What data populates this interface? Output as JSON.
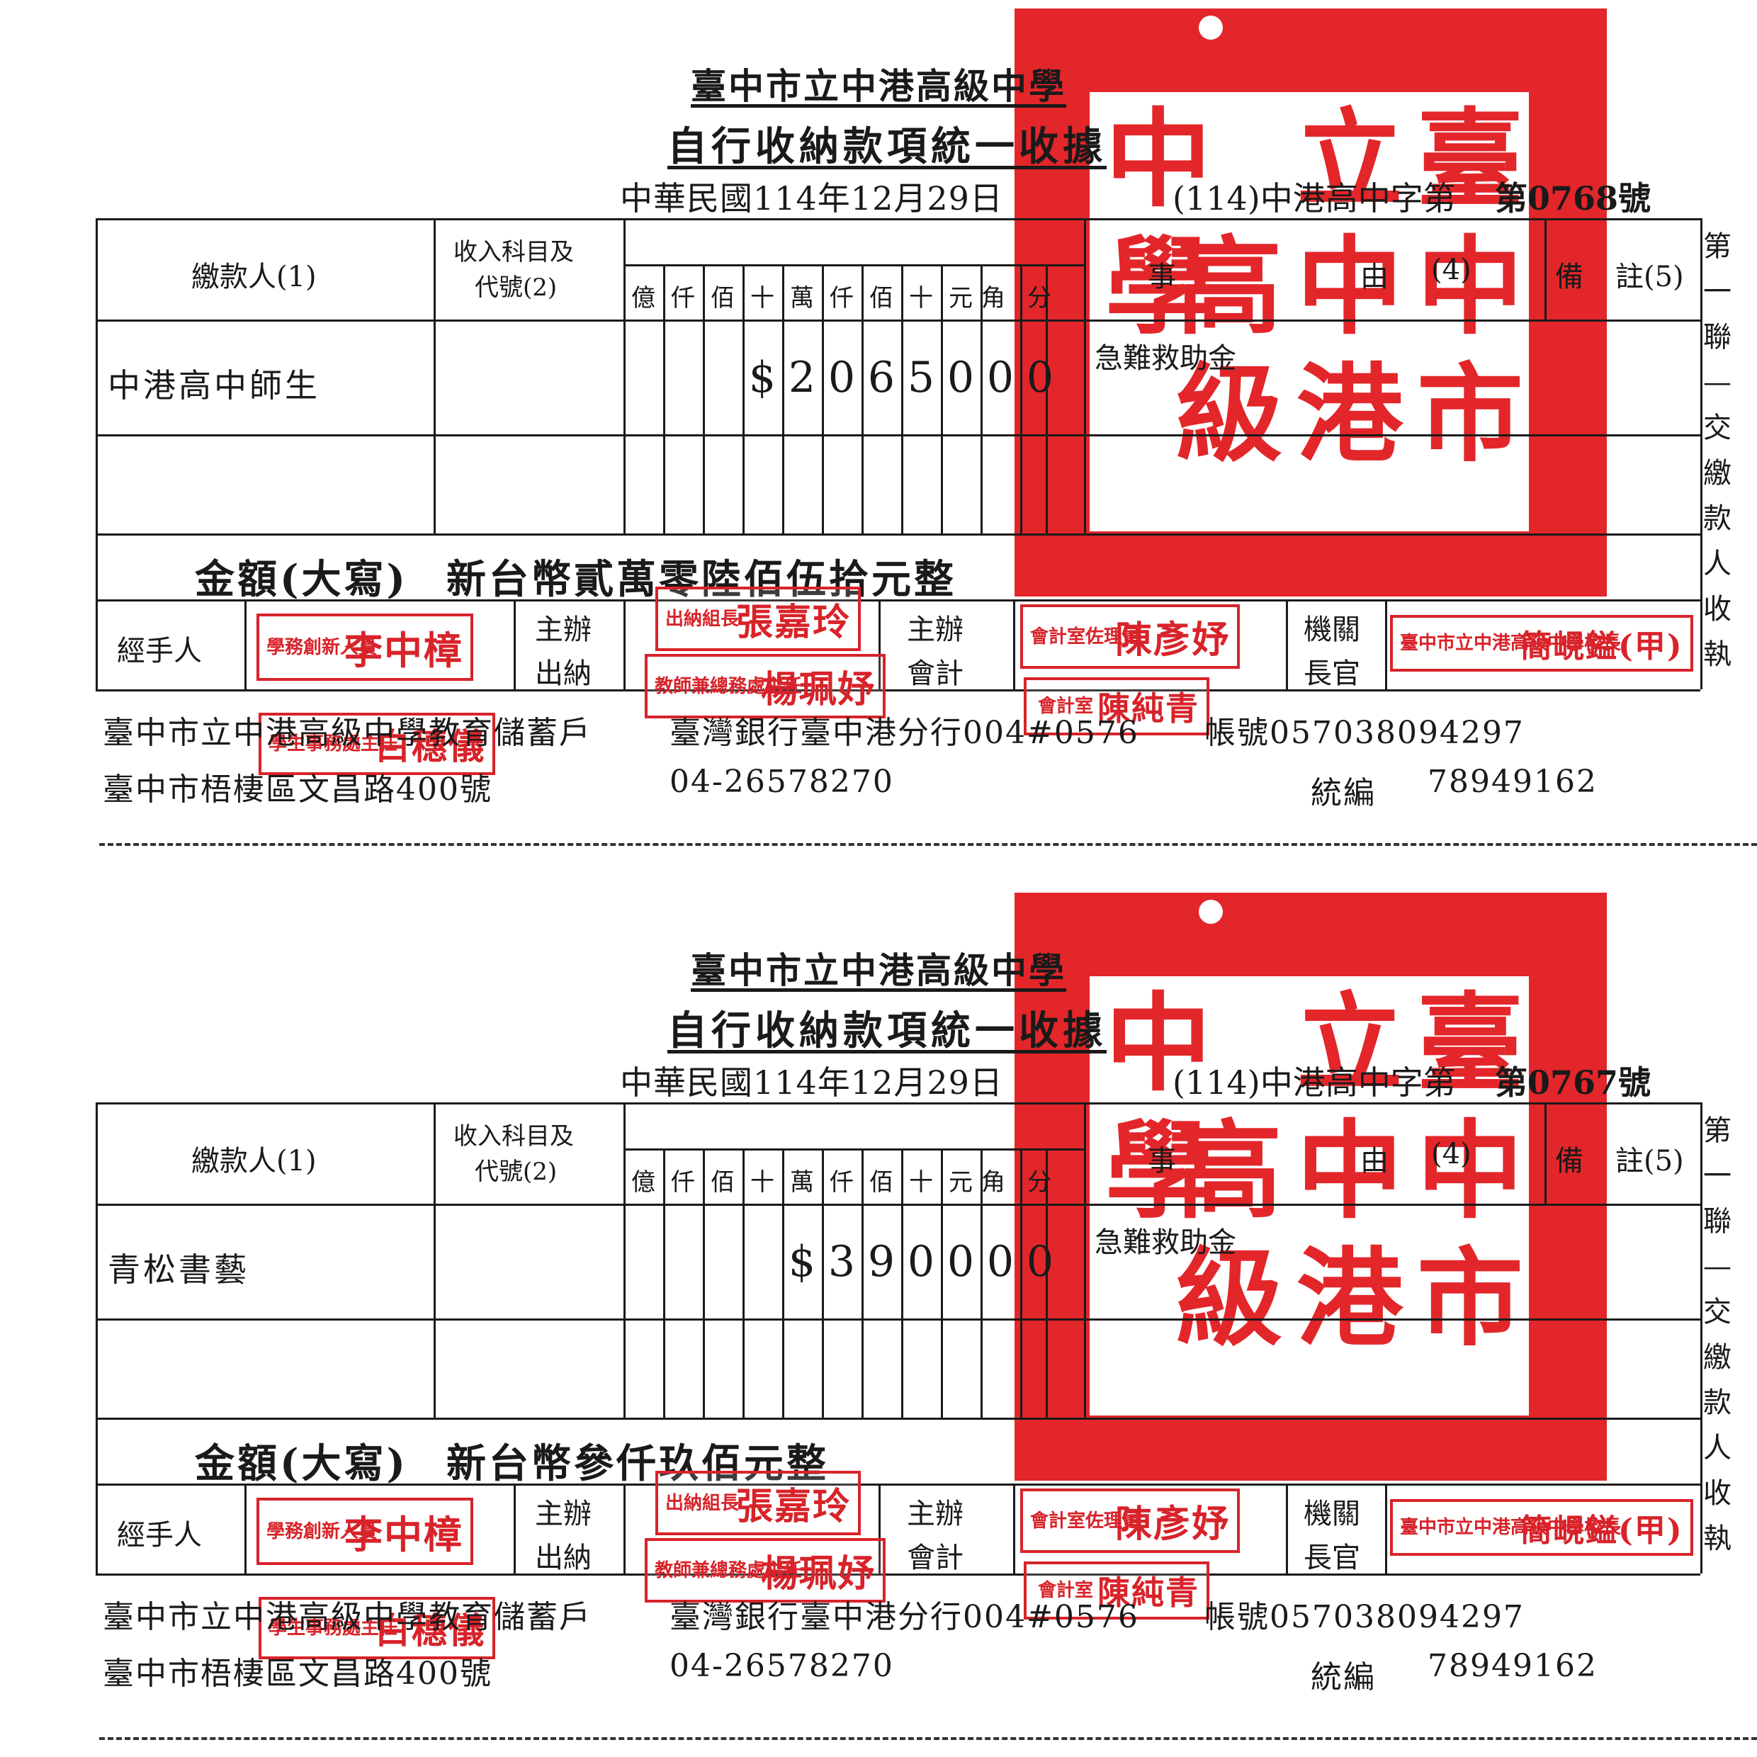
{
  "receipts": [
    {
      "school": "臺中市立中港高級中學",
      "doc_title": "自行收納款項統一收據",
      "date": "中華民國114年12月29日",
      "serial_prefix": "(114)中港高中字第",
      "serial_number": "第0768號",
      "headers": {
        "payer": "繳款人(1)",
        "account_line1": "收入科目及",
        "account_line2": "代號(2)",
        "matter": "事",
        "reason": "由",
        "reason_no": "(4)",
        "remark": "備",
        "remark_no": "註(5)"
      },
      "digit_headers": [
        "億",
        "仟",
        "佰",
        "十",
        "萬",
        "仟",
        "佰",
        "十",
        "元",
        "角",
        "分"
      ],
      "payer_name": "中港高中師生",
      "amount_digits": [
        "",
        "",
        "",
        "$",
        "2",
        "0",
        "6",
        "5",
        "0",
        "0",
        "0"
      ],
      "purpose": "急難救助金",
      "amount_words_label": "金額(大寫)",
      "amount_words": "新台幣貳萬零陸佰伍拾元整",
      "handler_label": "經手人",
      "cashier_label1": "主辦",
      "cashier_label2": "出納",
      "accounting_label1": "主辦",
      "accounting_label2": "會計",
      "head_label1": "機關",
      "head_label2": "長官",
      "side_copy": [
        "第",
        "一",
        "聯",
        "—",
        "交",
        "繳",
        "款",
        "人",
        "收",
        "執"
      ],
      "stamps": {
        "handler_title": "學務創新人員",
        "handler_name": "李中樟",
        "cashier_top_title": "出納組長",
        "cashier_top_name": "張嘉玲",
        "cashier_bottom_title": "教師兼總務處主任",
        "cashier_bottom_name": "楊珮妤",
        "accounting_top_title": "會計室佐理員",
        "accounting_top_name": "陳彥妤",
        "accounting_bottom_title": "會計室",
        "accounting_bottom_name": "陳純青",
        "head_title": "臺中市立中港高級中學校長",
        "head_name": "簡峴鎰(甲)",
        "student_affairs_title": "學生事務處主任",
        "student_affairs_name": "白穗儀"
      },
      "seal_glyphs": [
        "臺",
        "中",
        "市",
        "立",
        "中",
        "港",
        "高",
        "級",
        "中",
        "學"
      ],
      "footer": {
        "account_holder": "臺中市立中港高級中學教育儲蓄戶",
        "bank": "臺灣銀行臺中港分行004#0576",
        "account_no": "帳號057038094297",
        "address": "臺中市梧棲區文昌路400號",
        "phone": "04-26578270",
        "tax_id_label": "統編",
        "tax_id": "78949162"
      }
    },
    {
      "school": "臺中市立中港高級中學",
      "doc_title": "自行收納款項統一收據",
      "date": "中華民國114年12月29日",
      "serial_prefix": "(114)中港高中字第",
      "serial_number": "第0767號",
      "headers": {
        "payer": "繳款人(1)",
        "account_line1": "收入科目及",
        "account_line2": "代號(2)",
        "matter": "事",
        "reason": "由",
        "reason_no": "(4)",
        "remark": "備",
        "remark_no": "註(5)"
      },
      "digit_headers": [
        "億",
        "仟",
        "佰",
        "十",
        "萬",
        "仟",
        "佰",
        "十",
        "元",
        "角",
        "分"
      ],
      "payer_name": "青松書藝",
      "amount_digits": [
        "",
        "",
        "",
        "",
        "$",
        "3",
        "9",
        "0",
        "0",
        "0",
        "0"
      ],
      "purpose": "急難救助金",
      "amount_words_label": "金額(大寫)",
      "amount_words": "新台幣參仟玖佰元整",
      "handler_label": "經手人",
      "cashier_label1": "主辦",
      "cashier_label2": "出納",
      "accounting_label1": "主辦",
      "accounting_label2": "會計",
      "head_label1": "機關",
      "head_label2": "長官",
      "side_copy": [
        "第",
        "一",
        "聯",
        "—",
        "交",
        "繳",
        "款",
        "人",
        "收",
        "執"
      ],
      "stamps": {
        "handler_title": "學務創新人員",
        "handler_name": "李中樟",
        "cashier_top_title": "出納組長",
        "cashier_top_name": "張嘉玲",
        "cashier_bottom_title": "教師兼總務處主任",
        "cashier_bottom_name": "楊珮妤",
        "accounting_top_title": "會計室佐理員",
        "accounting_top_name": "陳彥妤",
        "accounting_bottom_title": "會計室",
        "accounting_bottom_name": "陳純青",
        "head_title": "臺中市立中港高級中學校長",
        "head_name": "簡峴鎰(甲)",
        "student_affairs_title": "學生事務處主任",
        "student_affairs_name": "白穗儀"
      },
      "seal_glyphs": [
        "臺",
        "中",
        "市",
        "立",
        "中",
        "港",
        "高",
        "級",
        "中",
        "學"
      ],
      "footer": {
        "account_holder": "臺中市立中港高級中學教育儲蓄戶",
        "bank": "臺灣銀行臺中港分行004#0576",
        "account_no": "帳號057038094297",
        "address": "臺中市梧棲區文昌路400號",
        "phone": "04-26578270",
        "tax_id_label": "統編",
        "tax_id": "78949162"
      }
    }
  ],
  "colors": {
    "seal_red": "#e3262a",
    "stamp_red": "#d8232a",
    "ink": "#1a1a1a"
  }
}
